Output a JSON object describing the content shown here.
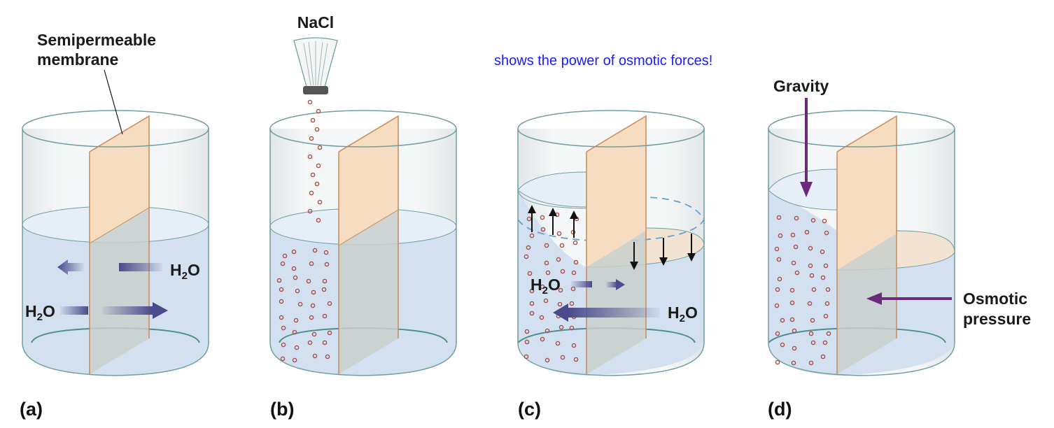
{
  "labels": {
    "membrane": [
      "Semipermeable",
      "membrane"
    ],
    "solute": "NaCl",
    "note": "shows the power of osmotic forces!",
    "gravity": "Gravity",
    "osmotic": [
      "Osmotic",
      "pressure"
    ],
    "water": "H",
    "water_sub": "2",
    "water_o": "O"
  },
  "captions": [
    "(a)",
    "(b)",
    "(c)",
    "(d)"
  ],
  "colors": {
    "water": "#d3e0ef",
    "water_surface": "#e6eef8",
    "membrane": "#f6dcc0",
    "membrane_submerged": "#c9cfcc",
    "membrane_edge": "#c98a56",
    "glass_edge": "#6f9ea0",
    "arrow_blue": "#4a4a8c",
    "arrow_purple": "#6b2a7a",
    "particle": "#a5524c"
  }
}
